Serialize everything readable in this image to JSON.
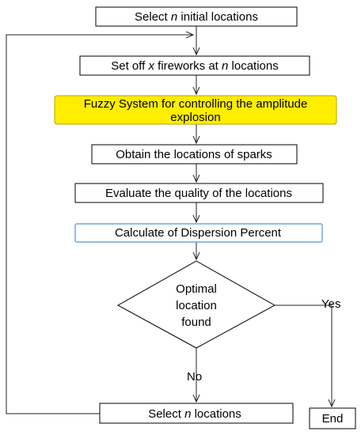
{
  "nodes": {
    "select_initial": {
      "pre": "Select ",
      "var": "n",
      "post": " initial locations"
    },
    "set_off": {
      "pre": "Set off ",
      "var1": "x",
      "mid": " fireworks at ",
      "var2": "n",
      "post": " locations"
    },
    "fuzzy": {
      "line1": "Fuzzy System for controlling the amplitude",
      "line2": "explosion"
    },
    "obtain": {
      "text": "Obtain the locations of sparks"
    },
    "evaluate": {
      "text": "Evaluate the quality of the locations"
    },
    "dispersion": {
      "text": "Calculate of Dispersion Percent"
    },
    "decision": {
      "line1": "Optimal",
      "line2": "location",
      "line3": "found"
    },
    "select_n": {
      "pre": "Select ",
      "var": "n",
      "post": " locations"
    },
    "end": {
      "text": "End"
    }
  },
  "edges": {
    "yes_label": "Yes",
    "no_label": "No"
  },
  "colors": {
    "fuzzy_fill": "#ffee00",
    "fuzzy_border": "#b8a000",
    "dispersion_border": "#6fa8dc"
  }
}
